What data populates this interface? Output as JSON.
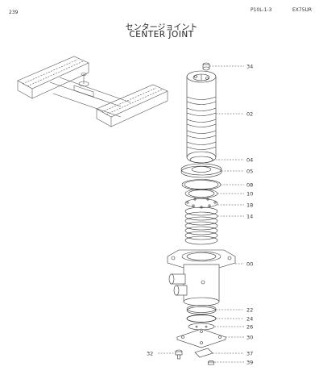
{
  "header": {
    "page_number": "239",
    "ref_code": "P10L-1-3",
    "model": "EX75UR"
  },
  "title": {
    "jp": "センタージョイント",
    "en": "CENTER JOINT"
  },
  "parts": {
    "p34": "34",
    "p02": "02",
    "p04": "04",
    "p05": "05",
    "p08": "08",
    "p10": "10",
    "p18": "18",
    "p14": "14",
    "p00": "00",
    "p22": "22",
    "p24": "24",
    "p26": "26",
    "p30": "30",
    "p32": "32",
    "p37": "37",
    "p39": "39"
  }
}
